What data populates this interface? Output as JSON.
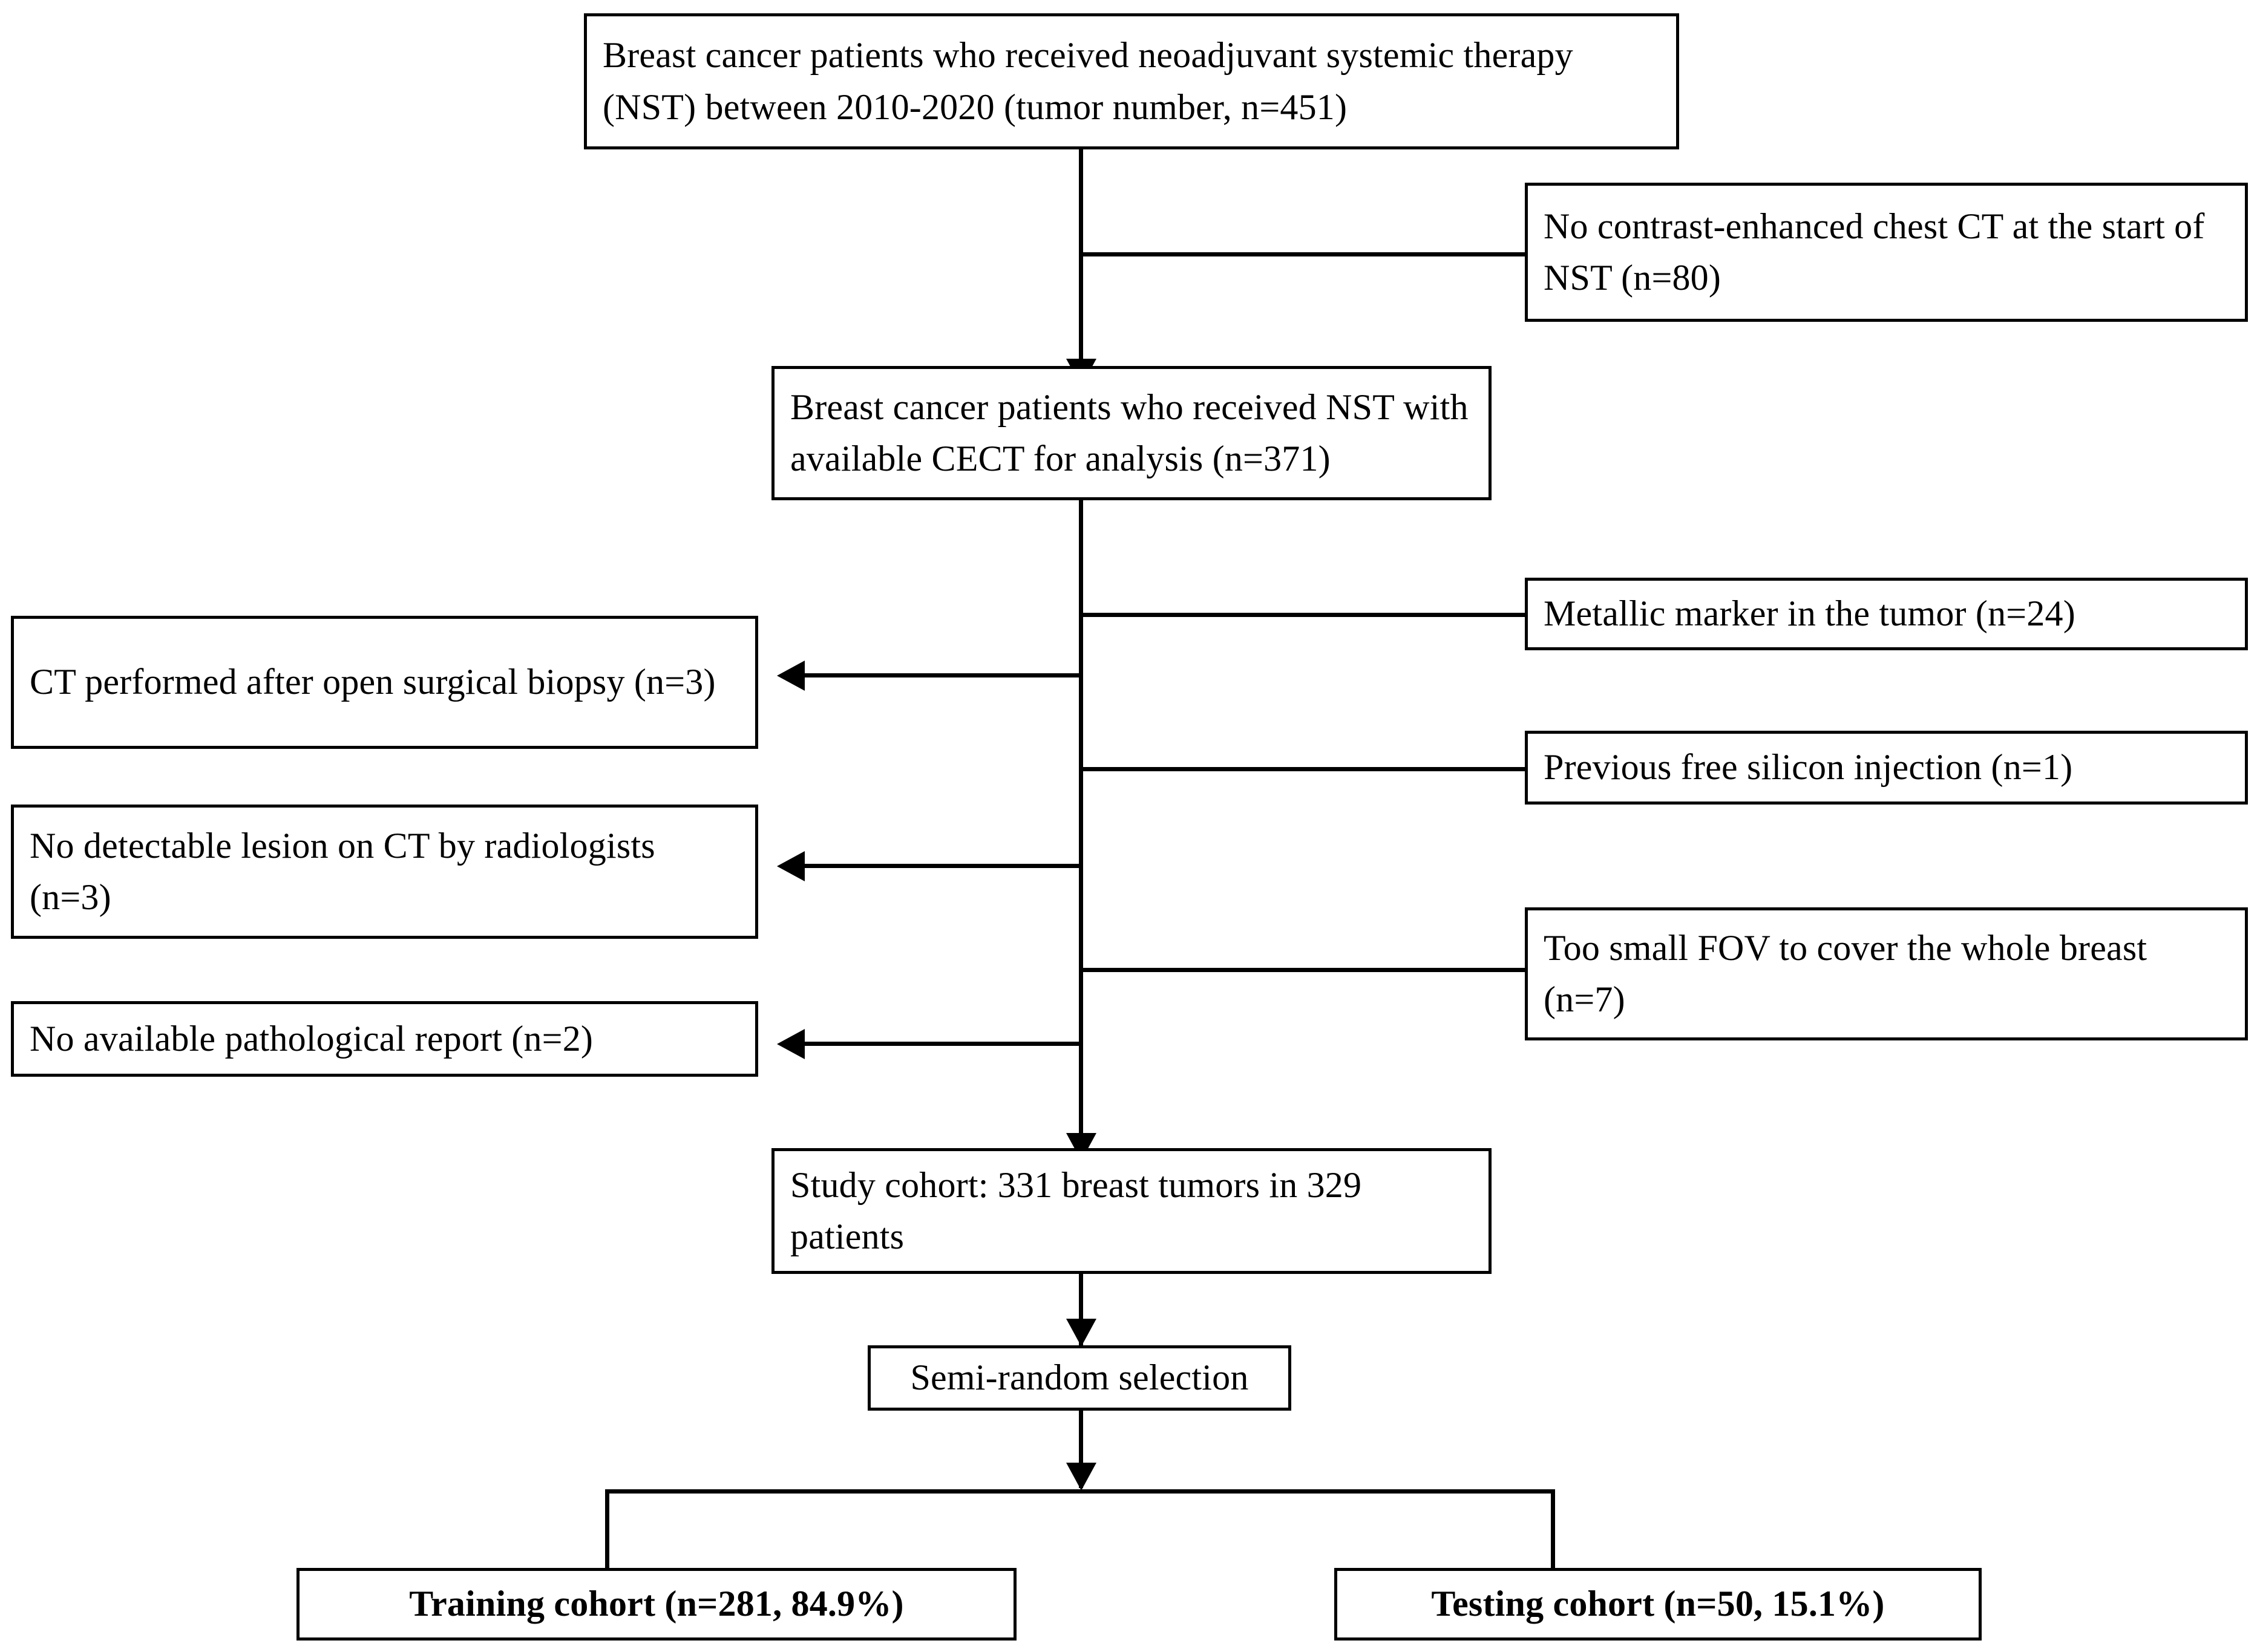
{
  "diagram": {
    "title": "Study patient selection flowchart",
    "type": "flowchart",
    "line_color": "#000000",
    "box_border_color": "#000000",
    "background_color": "#ffffff",
    "main_nodes": [
      {
        "id": "enrolled",
        "text": "Breast cancer patients who received neoadjuvant systemic therapy (NST) between 2010-2020  (tumor number, n=451)",
        "n": 451
      },
      {
        "id": "cect-available",
        "text": "Breast cancer patients who received NST with available CECT  for analysis (n=371)",
        "n": 371
      },
      {
        "id": "study-cohort",
        "text": "Study cohort: 331  breast tumors in 329 patients",
        "n": 331
      },
      {
        "id": "semi-random",
        "text": "Semi-random selection",
        "n": null
      }
    ],
    "exclusions": [
      {
        "id": "no-cect",
        "side": "right",
        "text": "No contrast-enhanced chest CT at the start of NST (n=80)",
        "n": 80
      },
      {
        "id": "metallic-marker",
        "side": "right",
        "text": "Metallic  marker in the tumor (n=24)",
        "n": 24
      },
      {
        "id": "open-biopsy",
        "side": "left",
        "text": "CT performed after open surgical biopsy (n=3)",
        "n": 3
      },
      {
        "id": "silicon-injection",
        "side": "right",
        "text": "Previous free silicon injection (n=1)",
        "n": 1
      },
      {
        "id": "no-lesion",
        "side": "left",
        "text": "No detectable lesion on CT by radiologists (n=3)",
        "n": 3
      },
      {
        "id": "small-fov",
        "side": "right",
        "text": "Too small FOV to cover the whole breast (n=7)",
        "n": 7
      },
      {
        "id": "no-pathology",
        "side": "left",
        "text": "No available pathological report (n=2)",
        "n": 2
      }
    ],
    "final_cohorts": [
      {
        "id": "training",
        "text": "Training cohort (n=281, 84.9%)",
        "n": 281,
        "percent": "84.9%"
      },
      {
        "id": "testing",
        "text": "Testing cohort (n=50, 15.1%)",
        "n": 50,
        "percent": "15.1%"
      }
    ]
  }
}
